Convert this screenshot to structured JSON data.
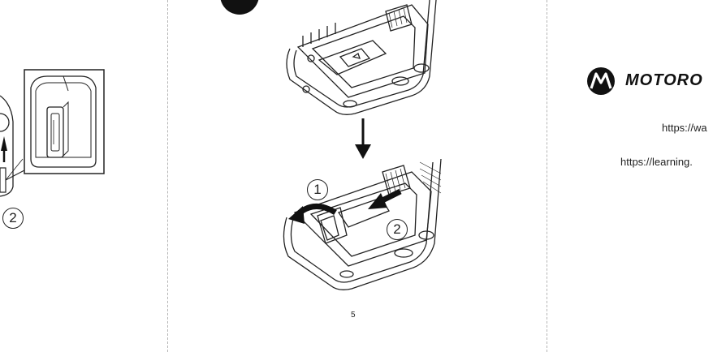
{
  "page": {
    "number": "5"
  },
  "figures": {
    "left": {
      "callouts": [
        "2"
      ]
    },
    "step": {
      "badge": "",
      "callouts": [
        "1",
        "2"
      ]
    }
  },
  "branding": {
    "wordmark": "MOTORO",
    "logo_icon": "motorola-batwing-icon"
  },
  "links": [
    {
      "text": "https://wa"
    },
    {
      "text": "https://learning."
    }
  ],
  "colors": {
    "ink": "#222222",
    "divider": "#b5b5b5",
    "background": "#ffffff"
  }
}
